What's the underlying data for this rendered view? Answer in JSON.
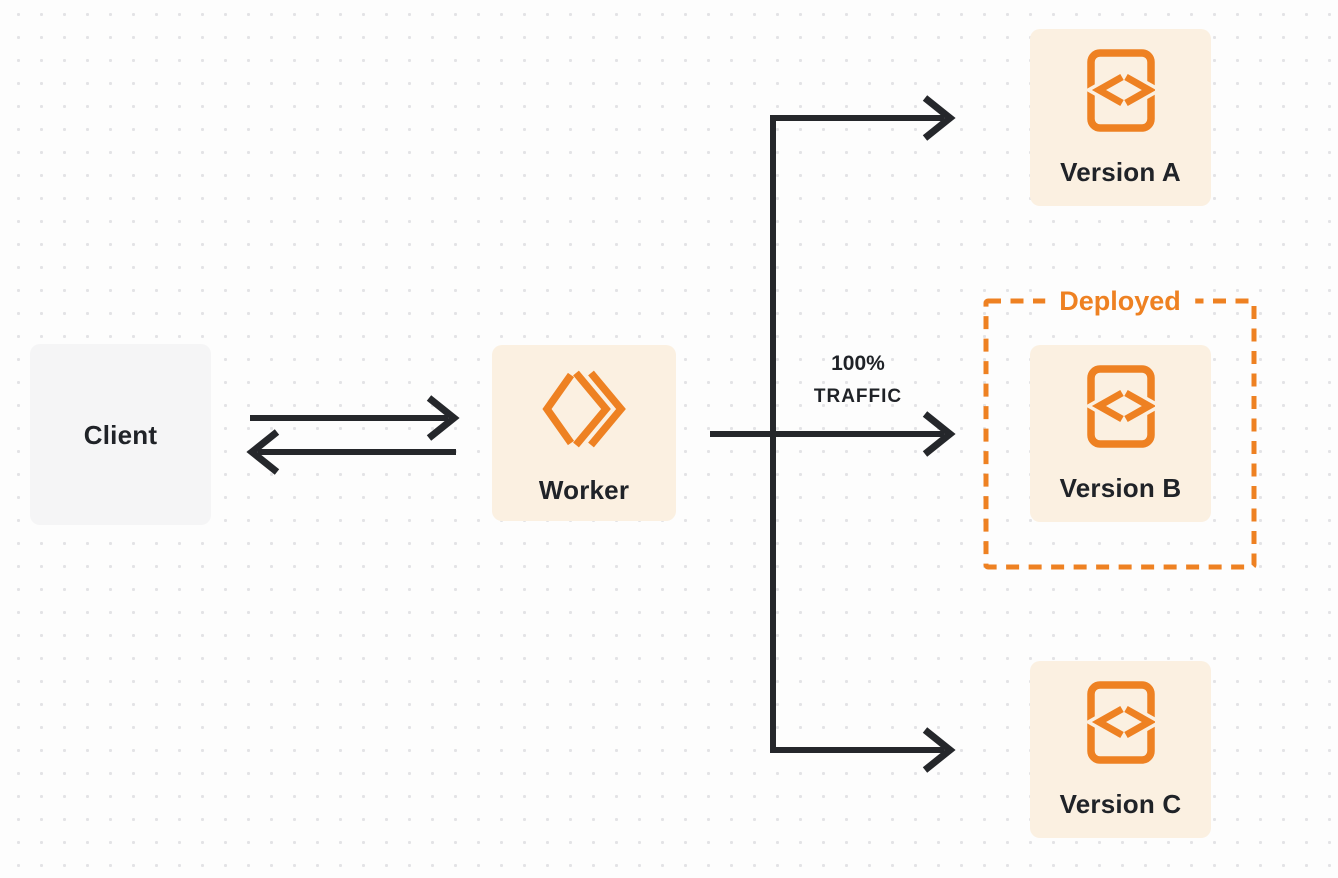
{
  "diagram": {
    "nodes": {
      "client": {
        "label": "Client"
      },
      "worker": {
        "label": "Worker",
        "icon": "workers-logo-icon"
      },
      "versions": [
        {
          "label": "Version A",
          "icon": "code-file-icon",
          "deployed": false
        },
        {
          "label": "Version B",
          "icon": "code-file-icon",
          "deployed": true
        },
        {
          "label": "Version C",
          "icon": "code-file-icon",
          "deployed": false
        }
      ]
    },
    "annotations": {
      "deployed_label": "Deployed",
      "traffic_line1": "100%",
      "traffic_line2": "TRAFFIC"
    },
    "edges": [
      {
        "from": "client",
        "to": "worker",
        "style": "arrow-right"
      },
      {
        "from": "worker",
        "to": "client",
        "style": "arrow-left"
      },
      {
        "from": "worker",
        "to": "version-a",
        "style": "arrow"
      },
      {
        "from": "worker",
        "to": "version-b",
        "style": "arrow",
        "label": "100% TRAFFIC"
      },
      {
        "from": "worker",
        "to": "version-c",
        "style": "arrow"
      }
    ],
    "colors": {
      "accent_orange": "#ee8122",
      "node_cream": "#fbf0e1",
      "node_gray": "#f5f5f6",
      "line_dark": "#25272b",
      "background": "#fdfdfd",
      "dot_grid": "#e3e3e6"
    }
  }
}
